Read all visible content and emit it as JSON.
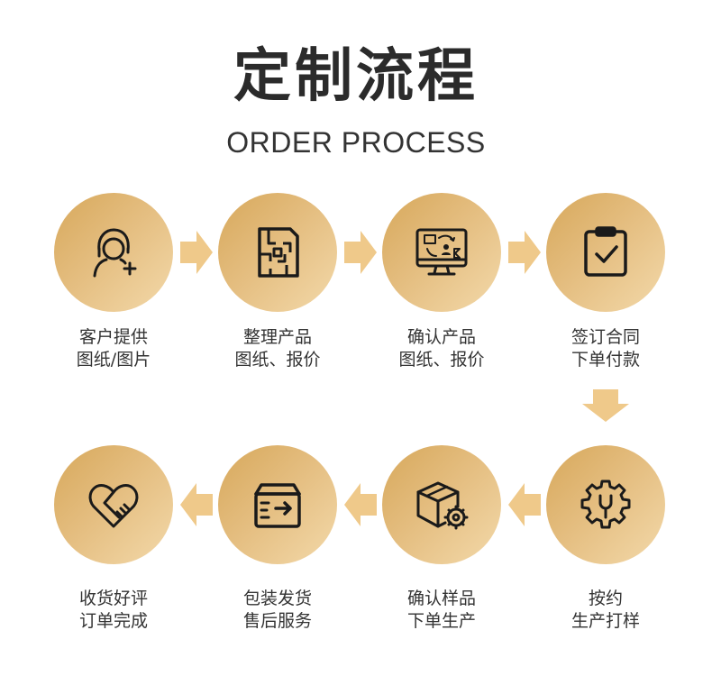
{
  "header": {
    "title": "定制流程",
    "subtitle": "ORDER PROCESS"
  },
  "colors": {
    "circle_start": "#d7a85b",
    "circle_end": "#f3d9aa",
    "arrow": "#efc98a",
    "icon": "#1a1a1a"
  },
  "steps": [
    {
      "icon": "customer-service-icon",
      "line1": "客户提供",
      "line2": "图纸/图片"
    },
    {
      "icon": "blueprint-icon",
      "line1": "整理产品",
      "line2": "图纸、报价"
    },
    {
      "icon": "monitor-confirm-icon",
      "line1": "确认产品",
      "line2": "图纸、报价"
    },
    {
      "icon": "clipboard-check-icon",
      "line1": "签订合同",
      "line2": "下单付款"
    },
    {
      "icon": "gear-icon",
      "line1": "按约",
      "line2": "生产打样"
    },
    {
      "icon": "box-gear-icon",
      "line1": "确认样品",
      "line2": "下单生产"
    },
    {
      "icon": "delivery-box-icon",
      "line1": "包装发货",
      "line2": "售后服务"
    },
    {
      "icon": "heart-handshake-icon",
      "line1": "收货好评",
      "line2": "订单完成"
    }
  ]
}
